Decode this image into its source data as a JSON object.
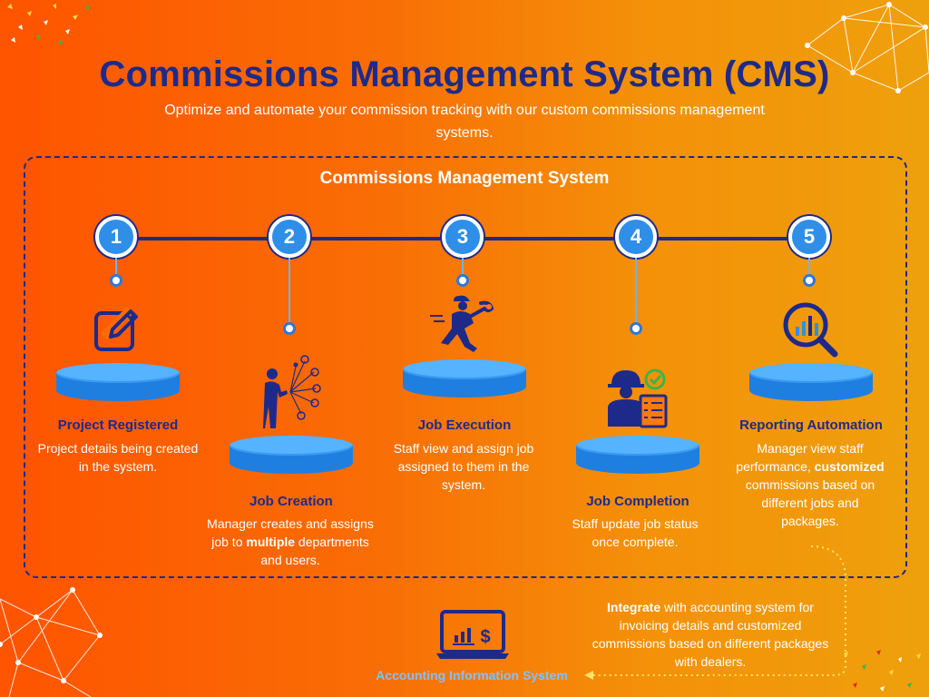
{
  "header": {
    "title": "Commissions Management System (CMS)",
    "subtitle": "Optimize and automate your commission tracking with our custom commissions management systems."
  },
  "diagram": {
    "title": "Commissions Management System",
    "steps": [
      {
        "number": "1",
        "title": "Project Registered",
        "desc_parts": [
          "Project details being created in the system."
        ],
        "icon": "edit-icon"
      },
      {
        "number": "2",
        "title": "Job Creation",
        "desc_parts": [
          "Manager creates and assigns job to ",
          "multiple",
          " departments and users."
        ],
        "icon": "manager-network-icon"
      },
      {
        "number": "3",
        "title": "Job Execution",
        "desc_parts": [
          "Staff view and assign job assigned to them in the system."
        ],
        "icon": "worker-wrench-icon"
      },
      {
        "number": "4",
        "title": "Job Completion",
        "desc_parts": [
          "Staff update job status once complete."
        ],
        "icon": "worker-checklist-icon"
      },
      {
        "number": "5",
        "title": "Reporting Automation",
        "desc_parts": [
          "Manager view staff performance, ",
          "customized",
          " commissions based on different jobs and packages."
        ],
        "icon": "magnifier-chart-icon"
      }
    ]
  },
  "integration": {
    "bold": "Integrate",
    "text": " with accounting system for invoicing details and customized commissions based on different packages with dealers."
  },
  "accounting": {
    "label": "Accounting Information System",
    "icon": "laptop-finance-icon"
  },
  "colors": {
    "navy": "#1e2a8a",
    "blue": "#2f8fe8",
    "light_blue": "#55b3ff",
    "label_blue": "#7fc2ff"
  }
}
